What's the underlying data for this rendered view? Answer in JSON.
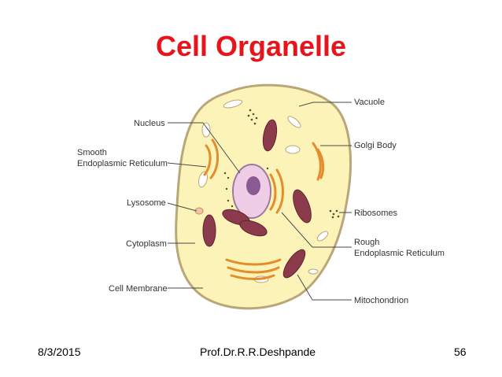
{
  "slide": {
    "title": "Cell Organelle",
    "footer": {
      "date": "8/3/2015",
      "author": "Prof.Dr.R.R.Deshpande",
      "page": "56"
    }
  },
  "labels": {
    "nucleus": "Nucleus",
    "smooth_er_1": "Smooth",
    "smooth_er_2": "Endoplasmic Reticulum",
    "lysosome": "Lysosome",
    "cytoplasm": "Cytoplasm",
    "cell_membrane": "Cell Membrane",
    "vacuole": "Vacuole",
    "golgi_body": "Golgi Body",
    "ribosomes": "Ribosomes",
    "rough_er_1": "Rough",
    "rough_er_2": "Endoplasmic Reticulum",
    "mitochondrion": "Mitochondrion"
  },
  "colors": {
    "title": "#e8141b",
    "cytoplasm": "#fbf3b8",
    "membrane": "#b9a77a",
    "nucleus": "#f0cde6",
    "nucleolus": "#8a5a92",
    "mitochondria": "#8c3b4c",
    "er_orange": "#e58c2b"
  }
}
